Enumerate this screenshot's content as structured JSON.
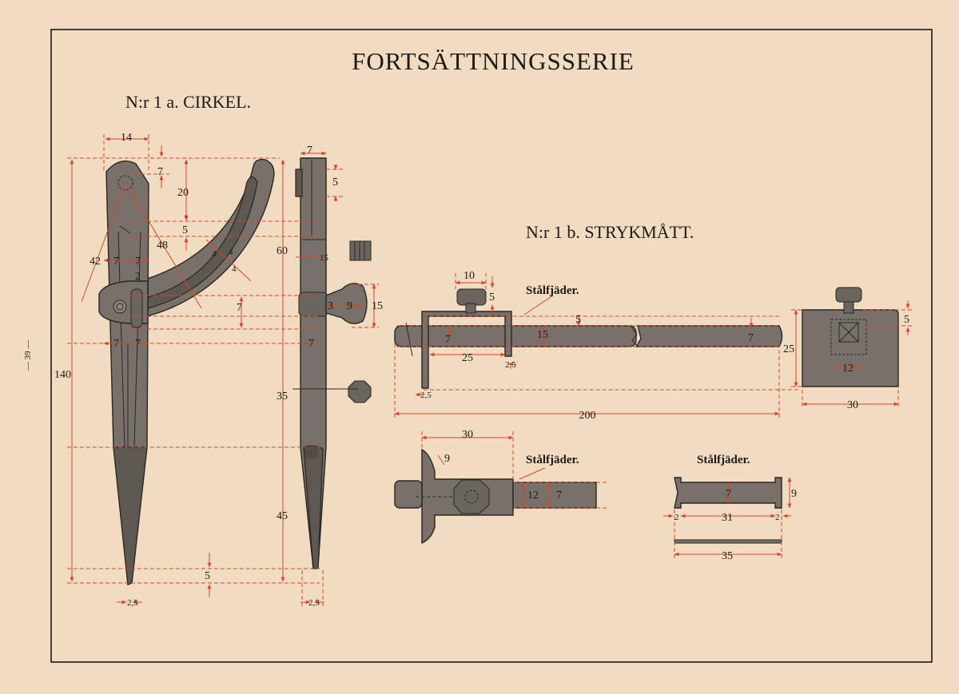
{
  "title": "FORTSÄTTNINGSSERIE",
  "page_number": "— 39 —",
  "sections": {
    "cirkel": "N:r 1 a.  CIRKEL.",
    "strykmatt": "N:r 1 b.  STRYKMÅTT."
  },
  "notes": {
    "spring_1": "Stålfjäder.",
    "spring_2": "Stålfjäder.",
    "spring_3": "Stålfjäder."
  },
  "dims": {
    "c14": "14",
    "c7a": "7",
    "c20": "20",
    "c5a": "5",
    "c48": "48",
    "c42": "42",
    "c7b": "7",
    "c7c": "7",
    "c2": "2",
    "c4a": "4",
    "c4b": "4",
    "c4c": "4",
    "c7d": "7",
    "c7e": "7",
    "c7f": "7",
    "c140": "140",
    "c5b": "5",
    "c25a": "2,5",
    "s7a": "7",
    "s5a": "5",
    "s60": "60",
    "s15a": "15",
    "s3": "3",
    "s9a": "9",
    "s15b": "15",
    "s7b": "7",
    "s35": "35",
    "s45": "45",
    "s25": "2,5",
    "b10": "10",
    "b5a": "5",
    "b5b": "5",
    "b7a": "7",
    "b15": "15",
    "b7b": "7",
    "b25a": "25",
    "b25b": "2,5",
    "b25c": "2,5",
    "b200": "200",
    "e5": "5",
    "e25": "25",
    "e12": "12",
    "e30": "30",
    "d30": "30",
    "d9": "9",
    "d12": "12",
    "d7": "7",
    "f7": "7",
    "f9": "9",
    "f2a": "2",
    "f31": "31",
    "f2b": "2",
    "f35": "35"
  },
  "colors": {
    "paper": "#f1dcc2",
    "part": "#77716a",
    "dimension": "#d9442c",
    "ink": "#1c1a18"
  }
}
